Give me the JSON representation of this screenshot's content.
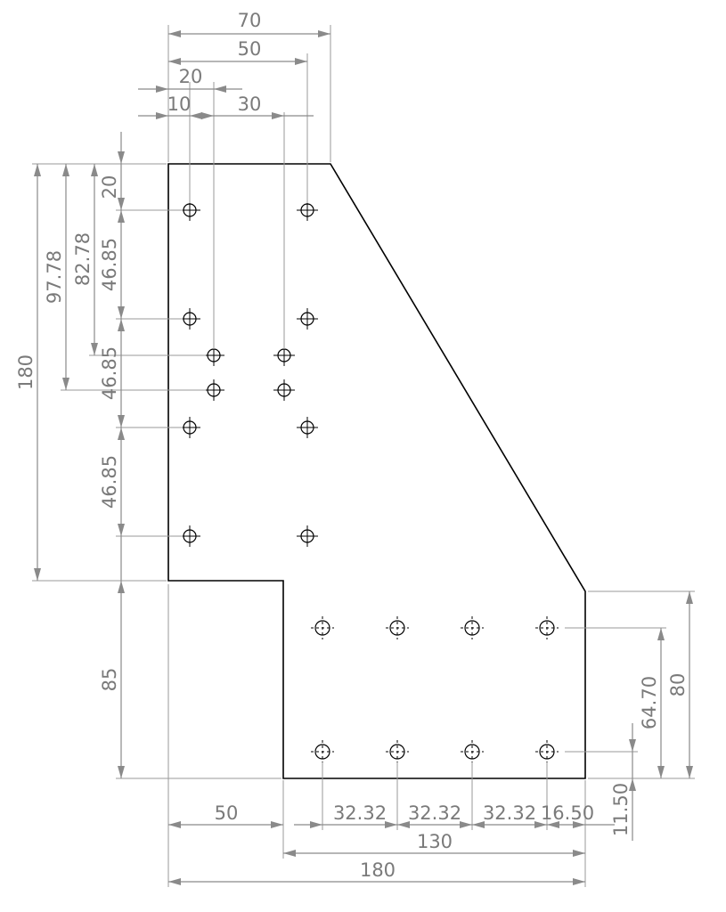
{
  "colors": {
    "outline": "#000000",
    "dimension": "#8a8a8a",
    "text": "#7a7a7a",
    "background": "#ffffff"
  },
  "dimensions": {
    "top_70": "70",
    "top_50": "50",
    "top_20": "20",
    "top_10": "10",
    "top_30": "30",
    "left_180": "180",
    "left_97_78": "97.78",
    "left_82_78": "82.78",
    "left_20": "20",
    "left_46_85_a": "46.85",
    "left_46_85_b": "46.85",
    "left_46_85_c": "46.85",
    "left_85": "85",
    "right_80": "80",
    "right_64_70": "64.70",
    "right_11_50": "11.50",
    "bottom_50": "50",
    "bottom_32_32_a": "32.32",
    "bottom_32_32_b": "32.32",
    "bottom_32_32_c": "32.32",
    "bottom_16_50": "16.50",
    "bottom_130": "130",
    "bottom_180": "180"
  }
}
